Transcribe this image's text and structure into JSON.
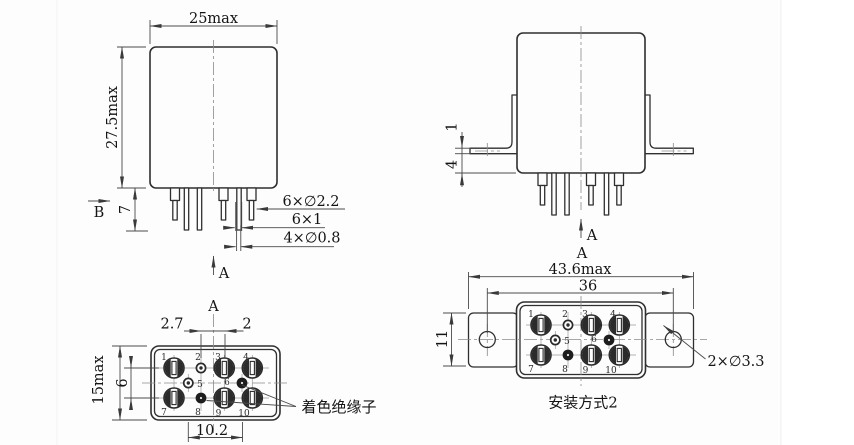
{
  "drawing": {
    "top_left_view": {
      "dim_width": "25max",
      "dim_height": "27.5max",
      "dim_pin_length": "7",
      "view_direction_label": "B",
      "callout_large_pins": "6×∅2.2",
      "callout_square_pins": "6×1",
      "callout_small_pins": "4×∅0.8",
      "section_arrow_label": "A"
    },
    "top_right_view": {
      "dim_flange_thickness": "1",
      "dim_flange_to_base": "4",
      "section_arrow_label": "A"
    },
    "bottom_left_view": {
      "section_title": "A",
      "dim_col_left": "2.7",
      "dim_col_right": "2",
      "dim_height": "15max",
      "dim_row_spacing": "6",
      "dim_pin_span": "10.2",
      "annotation_colored_insulators": "着色绝缘子"
    },
    "bottom_right_view": {
      "section_title": "A",
      "dim_overall_width": "43.6max",
      "dim_hole_spacing": "36",
      "dim_flange_width": "11",
      "callout_mounting_holes": "2×∅3.3",
      "caption_mounting_method": "安装方式2"
    },
    "pin_numbers": [
      "1",
      "2",
      "3",
      "4",
      "5",
      "6",
      "7",
      "8",
      "9",
      "10"
    ]
  }
}
